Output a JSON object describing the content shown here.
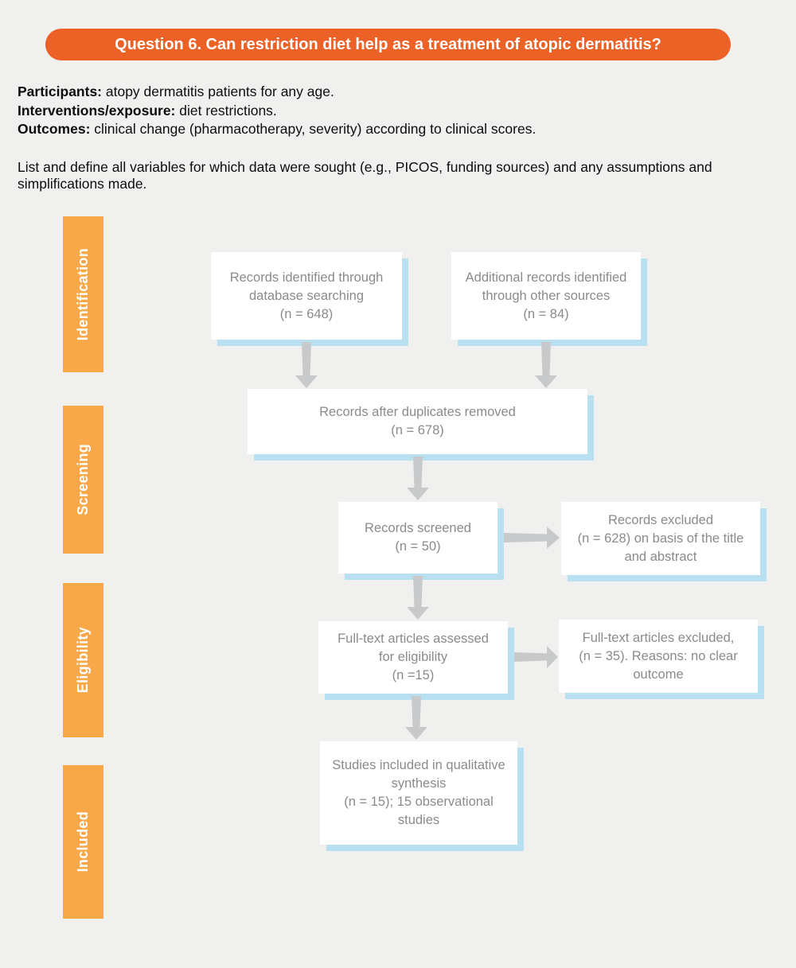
{
  "banner": {
    "title": "Question 6. Can restriction diet help as a treatment of atopic dermatitis?",
    "bg_color": "#EC6226",
    "text_color": "#FFFFFF"
  },
  "intro": {
    "lines": [
      {
        "label": "Participants:",
        "text": " atopy dermatitis patients for any age."
      },
      {
        "label": "Interventions/exposure:",
        "text": " diet restrictions."
      },
      {
        "label": "Outcomes:",
        "text": " clinical change (pharmacotherapy, severity) according to clinical scores."
      }
    ],
    "note": "List and define all variables for which data were sought (e.g., PICOS, funding sources) and any assumptions and simplifications made."
  },
  "flowchart": {
    "stages": [
      {
        "label": "Identification"
      },
      {
        "label": "Screening"
      },
      {
        "label": "Eligibility"
      },
      {
        "label": "Included"
      }
    ],
    "boxes": {
      "identified": "Records identified through\ndatabase searching\n(n = 648)",
      "additional": "Additional records identified\nthrough other sources\n(n = 84)",
      "deduplicated": "Records after duplicates removed\n(n = 678)",
      "screened": "Records screened\n(n = 50)",
      "excluded_title_abstract": "Records excluded\n(n = 628) on basis of the title\nand abstract",
      "fulltext_assessed": "Full-text articles assessed\nfor eligibility\n(n =15)",
      "fulltext_excluded": "Full-text articles excluded,\n(n = 35). Reasons: no clear\noutcome",
      "included_qualitative": "Studies included in qualitative\nsynthesis\n(n = 15); 15 observational\nstudies"
    },
    "colors": {
      "stage_bg": "#F8A848",
      "box_shadow": "#B9E0F1",
      "arrow": "#C8C9CB",
      "box_text": "#8A8B8C",
      "page_bg": "#F0F0EE"
    }
  }
}
